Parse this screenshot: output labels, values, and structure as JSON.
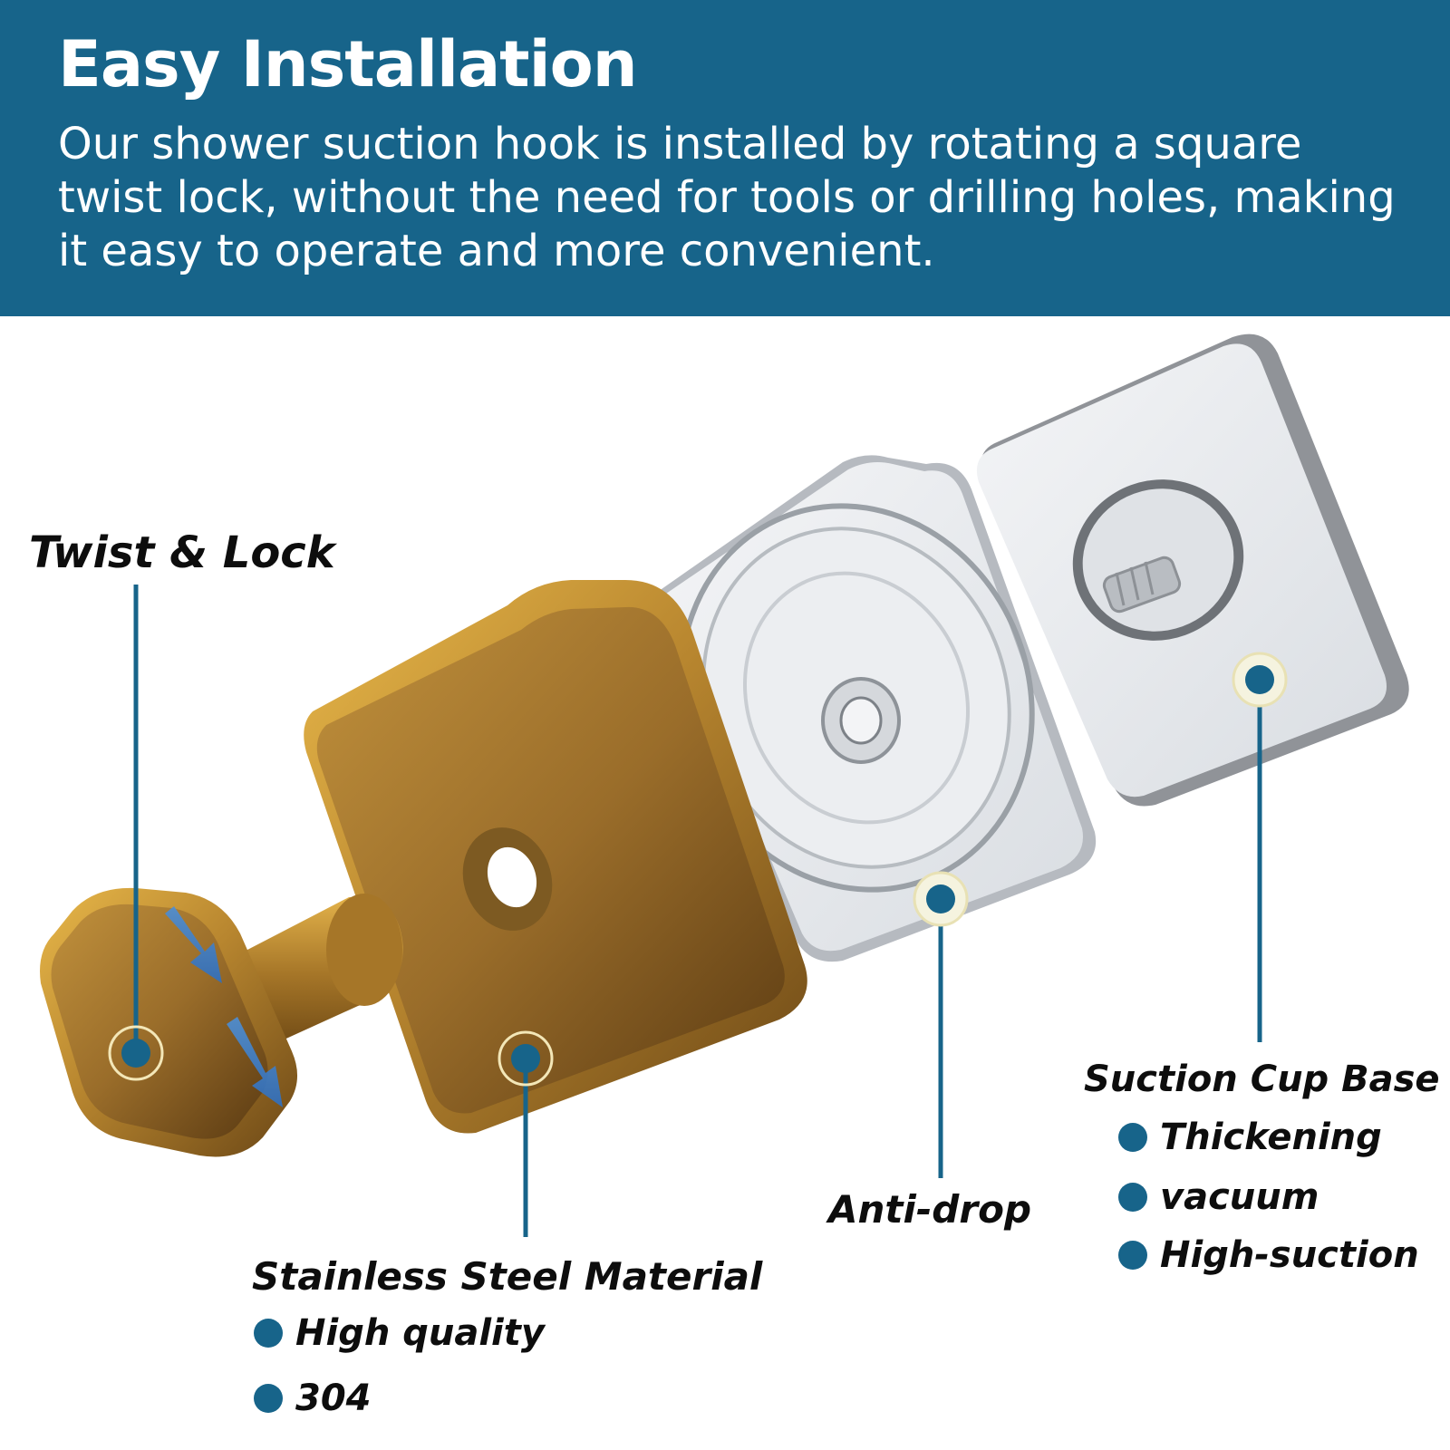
{
  "header": {
    "title": "Easy Installation",
    "description": "Our shower suction hook is installed by rotating a square twist lock, without the need for tools or drilling holes, making it easy to operate and more convenient."
  },
  "callouts": {
    "twist_lock": {
      "label": "Twist & Lock"
    },
    "stainless": {
      "label": "Stainless Steel Material",
      "features": [
        "High quality",
        "304"
      ]
    },
    "anti_drop": {
      "label": "Anti-drop"
    },
    "suction_base": {
      "label": "Suction Cup Base",
      "features": [
        "Thickening",
        "vacuum",
        "High-suction"
      ]
    }
  },
  "colors": {
    "brand_blue": "#17648a",
    "gold": "#c7952e",
    "text": "#0d0d0d"
  },
  "icons": {
    "twist_arrows": "double-down-arrow-icon",
    "pointer": "callout-dot-icon"
  }
}
